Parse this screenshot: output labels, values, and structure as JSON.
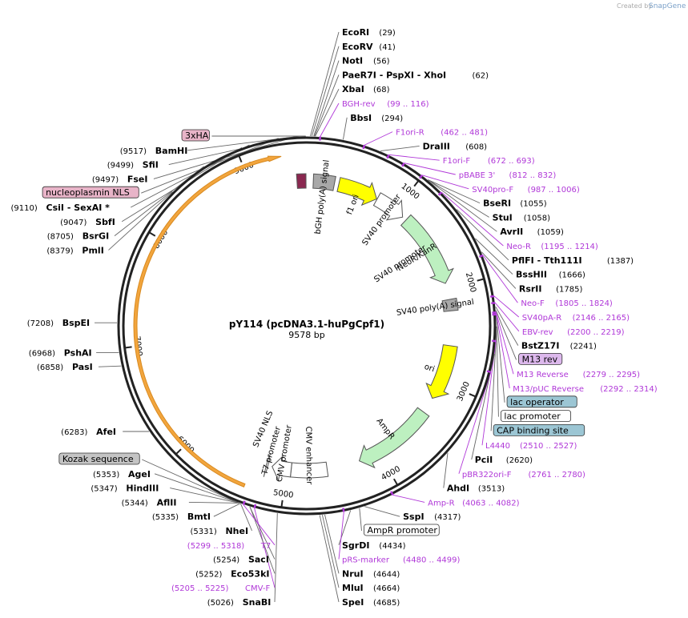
{
  "map": {
    "title": "pY114 (pcDNA3.1-huPgCpf1)",
    "size_label": "9578 bp",
    "length": 9578,
    "credit": {
      "prefix": "Created by",
      "brand": "SnapGene"
    }
  },
  "ticks": [
    {
      "bp": 1000,
      "label": "1000"
    },
    {
      "bp": 2000,
      "label": "2000"
    },
    {
      "bp": 3000,
      "label": "3000"
    },
    {
      "bp": 4000,
      "label": "4000"
    },
    {
      "bp": 5000,
      "label": "5000"
    },
    {
      "bp": 6000,
      "label": "6000"
    },
    {
      "bp": 7000,
      "label": "7000"
    },
    {
      "bp": 8000,
      "label": "8000"
    },
    {
      "bp": 9000,
      "label": "9000"
    }
  ],
  "labels": [
    {
      "kind": "box",
      "name": "3xHA",
      "style": "pink",
      "bp": 9570
    },
    {
      "kind": "site",
      "name": "EcoRI",
      "pos": "(29)",
      "bp": 29
    },
    {
      "kind": "site",
      "name": "EcoRV",
      "pos": "(41)",
      "bp": 41
    },
    {
      "kind": "site",
      "name": "NotI",
      "pos": "(56)",
      "bp": 56
    },
    {
      "kind": "site",
      "name": "PaeR7I - PspXI - XhoI",
      "pos": "(62)",
      "bp": 62
    },
    {
      "kind": "site",
      "name": "XbaI",
      "pos": "(68)",
      "bp": 68
    },
    {
      "kind": "primer",
      "name": "BGH-rev",
      "pos": "(99 .. 116)",
      "bp": 108
    },
    {
      "kind": "site",
      "name": "BbsI",
      "pos": "(294)",
      "bp": 294
    },
    {
      "kind": "primer",
      "name": "F1ori-R",
      "pos": "(462 .. 481)",
      "bp": 471
    },
    {
      "kind": "site",
      "name": "DraIII",
      "pos": "(608)",
      "bp": 608
    },
    {
      "kind": "primer",
      "name": "F1ori-F",
      "pos": "(672 .. 693)",
      "bp": 682
    },
    {
      "kind": "primer",
      "name": "pBABE 3'",
      "pos": "(812 .. 832)",
      "bp": 822
    },
    {
      "kind": "primer",
      "name": "SV40pro-F",
      "pos": "(987 .. 1006)",
      "bp": 996
    },
    {
      "kind": "site",
      "name": "BseRI",
      "pos": "(1055)",
      "bp": 1055
    },
    {
      "kind": "site",
      "name": "StuI",
      "pos": "(1058)",
      "bp": 1058
    },
    {
      "kind": "site",
      "name": "AvrII",
      "pos": "(1059)",
      "bp": 1059
    },
    {
      "kind": "primer",
      "name": "Neo-R",
      "pos": "(1195 .. 1214)",
      "bp": 1204
    },
    {
      "kind": "site",
      "name": "PflFI - Tth111I",
      "pos": "(1387)",
      "bp": 1387
    },
    {
      "kind": "site",
      "name": "BssHII",
      "pos": "(1666)",
      "bp": 1666
    },
    {
      "kind": "site",
      "name": "RsrII",
      "pos": "(1785)",
      "bp": 1785
    },
    {
      "kind": "primer",
      "name": "Neo-F",
      "pos": "(1805 .. 1824)",
      "bp": 1814
    },
    {
      "kind": "primer",
      "name": "SV40pA-R",
      "pos": "(2146 .. 2165)",
      "bp": 2155
    },
    {
      "kind": "primer",
      "name": "EBV-rev",
      "pos": "(2200 .. 2219)",
      "bp": 2209
    },
    {
      "kind": "site",
      "name": "BstZ17I",
      "pos": "(2241)",
      "bp": 2241
    },
    {
      "kind": "box",
      "name": "M13 rev",
      "style": "purple",
      "bp": 2270
    },
    {
      "kind": "primer",
      "name": "M13 Reverse",
      "pos": "(2279 .. 2295)",
      "bp": 2287
    },
    {
      "kind": "box",
      "name": "lac operator",
      "style": "teal",
      "bp": 2310
    },
    {
      "kind": "primer",
      "name": "M13/pUC Reverse",
      "pos": "(2292 .. 2314)",
      "bp": 2303
    },
    {
      "kind": "box",
      "name": "lac promoter",
      "style": "white",
      "bp": 2400
    },
    {
      "kind": "box",
      "name": "CAP binding site",
      "style": "teal",
      "bp": 2420
    },
    {
      "kind": "primer",
      "name": "L4440",
      "pos": "(2510 .. 2527)",
      "bp": 2518
    },
    {
      "kind": "site",
      "name": "PciI",
      "pos": "(2620)",
      "bp": 2620
    },
    {
      "kind": "primer",
      "name": "pBR322ori-F",
      "pos": "(2761 .. 2780)",
      "bp": 2770
    },
    {
      "kind": "site",
      "name": "AhdI",
      "pos": "(3513)",
      "bp": 3513
    },
    {
      "kind": "primer",
      "name": "Amp-R",
      "pos": "(4063 .. 4082)",
      "bp": 4072
    },
    {
      "kind": "site",
      "name": "SspI",
      "pos": "(4317)",
      "bp": 4317
    },
    {
      "kind": "box",
      "name": "AmpR promoter",
      "style": "white",
      "bp": 4360
    },
    {
      "kind": "site",
      "name": "SgrDI",
      "pos": "(4434)",
      "bp": 4434
    },
    {
      "kind": "primer",
      "name": "pRS-marker",
      "pos": "(4480 .. 4499)",
      "bp": 4489
    },
    {
      "kind": "site",
      "name": "NruI",
      "pos": "(4644)",
      "bp": 4644
    },
    {
      "kind": "site",
      "name": "MluI",
      "pos": "(4664)",
      "bp": 4664
    },
    {
      "kind": "site",
      "name": "SpeI",
      "pos": "(4685)",
      "bp": 4685
    },
    {
      "kind": "site",
      "name": "SnaBI",
      "pos": "(5026)",
      "bp": 5026
    },
    {
      "kind": "primer",
      "name": "CMV-F",
      "pos": "(5205 .. 5225)",
      "bp": 5215
    },
    {
      "kind": "site",
      "name": "Eco53kI",
      "pos": "(5252)",
      "bp": 5252
    },
    {
      "kind": "site",
      "name": "SacI",
      "pos": "(5254)",
      "bp": 5254
    },
    {
      "kind": "primer",
      "name": "T7",
      "pos": "(5299 .. 5318)",
      "bp": 5308
    },
    {
      "kind": "site",
      "name": "NheI",
      "pos": "(5331)",
      "bp": 5331
    },
    {
      "kind": "site",
      "name": "BmtI",
      "pos": "(5335)",
      "bp": 5335
    },
    {
      "kind": "site",
      "name": "AflII",
      "pos": "(5344)",
      "bp": 5344
    },
    {
      "kind": "site",
      "name": "HindIII",
      "pos": "(5347)",
      "bp": 5347
    },
    {
      "kind": "site",
      "name": "AgeI",
      "pos": "(5353)",
      "bp": 5353
    },
    {
      "kind": "box",
      "name": "Kozak sequence",
      "style": "gray",
      "bp": 5356
    },
    {
      "kind": "site",
      "name": "AfeI",
      "pos": "(6283)",
      "bp": 6283
    },
    {
      "kind": "site",
      "name": "PasI",
      "pos": "(6858)",
      "bp": 6858
    },
    {
      "kind": "site",
      "name": "PshAI",
      "pos": "(6968)",
      "bp": 6968
    },
    {
      "kind": "site",
      "name": "BspEI",
      "pos": "(7208)",
      "bp": 7208
    },
    {
      "kind": "site",
      "name": "PmlI",
      "pos": "(8379)",
      "bp": 8379
    },
    {
      "kind": "site",
      "name": "BsrGI",
      "pos": "(8705)",
      "bp": 8705
    },
    {
      "kind": "site",
      "name": "SbfI",
      "pos": "(9047)",
      "bp": 9047
    },
    {
      "kind": "site",
      "name": "CsiI - SexAI *",
      "pos": "(9110)",
      "bp": 9110
    },
    {
      "kind": "box",
      "name": "nucleoplasmin NLS",
      "style": "pink",
      "bp": 9350
    },
    {
      "kind": "site",
      "name": "FseI",
      "pos": "(9497)",
      "bp": 9497
    },
    {
      "kind": "site",
      "name": "SfiI",
      "pos": "(9499)",
      "bp": 9499
    },
    {
      "kind": "site",
      "name": "BamHI",
      "pos": "(9517)",
      "bp": 9517
    }
  ],
  "features": [
    {
      "name": "huPgCpf1 ORF",
      "label": "",
      "start": 5356,
      "end": 9350,
      "color": "#f2a53d",
      "track": 1,
      "arrow": true
    },
    {
      "name": "bGH poly(A) signal",
      "label": "bGH poly(A) signal",
      "start": 69,
      "end": 293,
      "color": "#a8a8a8",
      "track": 0,
      "arrow": false
    },
    {
      "name": "f1 ori",
      "label": "f1 ori",
      "start": 339,
      "end": 767,
      "color": "#ffff00",
      "track": 0,
      "arrow": true
    },
    {
      "name": "SV40 promoter",
      "label": "SV40 promoter",
      "start": 772,
      "end": 1101,
      "color": "#ffffff",
      "track": 0,
      "arrow": true
    },
    {
      "name": "NeoR/KanR",
      "label": "NeoR/KanR",
      "start": 1148,
      "end": 1942,
      "color": "#bdf0c0",
      "track": 0,
      "arrow": true
    },
    {
      "name": "SV40 poly(A) signal",
      "label": "SV40 poly(A) signal",
      "start": 2116,
      "end": 2237,
      "color": "#a8a8a8",
      "track": 0,
      "arrow": false
    },
    {
      "name": "ori",
      "label": "ori",
      "start": 2605,
      "end": 3193,
      "color": "#ffff00",
      "track": 0,
      "arrow": true
    },
    {
      "name": "AmpR",
      "label": "AmpR",
      "start": 3364,
      "end": 4224,
      "color": "#bdf0c0",
      "track": 0,
      "arrow": true
    },
    {
      "name": "CMV enhancer",
      "label": "CMV enhancer",
      "start": 4574,
      "end": 4953,
      "color": "#ffffff",
      "track": 0,
      "arrow": false
    },
    {
      "name": "CMV promoter",
      "label": "CMV promoter",
      "start": 4954,
      "end": 5157,
      "color": "#ffffff",
      "track": 0,
      "arrow": true
    },
    {
      "name": "T7 promoter",
      "label": "T7 promoter",
      "start": 5202,
      "end": 5220,
      "color": "#ffffff",
      "track": 0,
      "arrow": true
    },
    {
      "name": "3xHA",
      "label": "",
      "start": 9475,
      "end": 9570,
      "color": "#8a2850",
      "track": 0,
      "arrow": false
    }
  ],
  "inner_labels": [
    {
      "text": "SV40 NLS",
      "bp": 5400
    },
    {
      "text": "SV40 promoter",
      "bp": 1500
    }
  ]
}
